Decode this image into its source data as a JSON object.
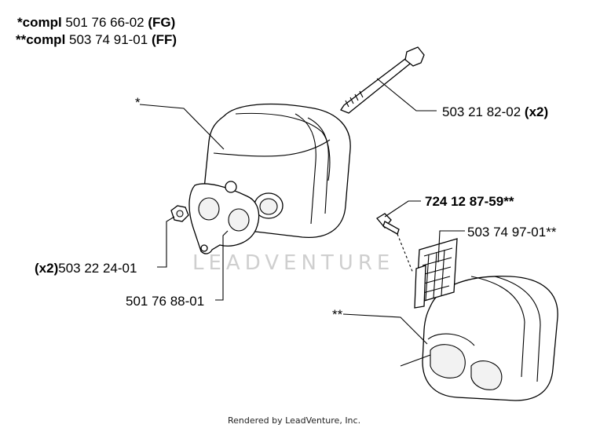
{
  "header": {
    "line1_prefix": "*compl",
    "line1_number": " 501 76 66-02 ",
    "line1_suffix": "(FG)",
    "line2_prefix": "**compl",
    "line2_number": " 503 74 91-01 ",
    "line2_suffix": "(FF)"
  },
  "callouts": {
    "star_single": "*",
    "bolt_number": "503 21 82-02 ",
    "bolt_qty": "(x2)",
    "screw_number": "724 12 87-59**",
    "screen_number": "503 74 97-01**",
    "nut_qty": "(x2)",
    "nut_number": "503 22 24-01",
    "gasket_number": "501 76 88-01",
    "star_double": "**"
  },
  "watermark": "LEADVENTURE",
  "footer": "Rendered by LeadVenture, Inc."
}
